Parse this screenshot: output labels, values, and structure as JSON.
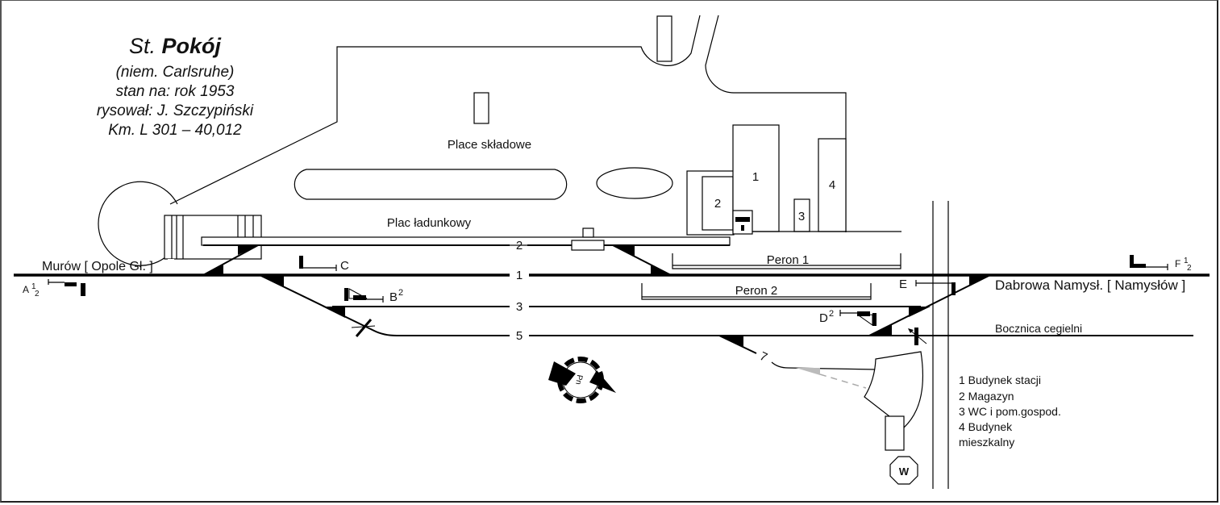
{
  "title": {
    "prefix": "St.",
    "name": "Pokój",
    "subtitle": "(niem. Carlsruhe)",
    "state": "stan na: rok 1953",
    "author": "rysował: J. Szczypiński",
    "km": "Km. L 301 – 40,012"
  },
  "areas": {
    "storage": "Place składowe",
    "loading": "Plac ładunkowy"
  },
  "tracks": {
    "t1": "1",
    "t2": "2",
    "t3": "3",
    "t5": "5",
    "t7": "7"
  },
  "platforms": {
    "p1": "Peron 1",
    "p2": "Peron 2"
  },
  "directions": {
    "west": "Murów [ Opole Gł. ]",
    "east": "Dabrowa Namysł. [ Namysłów ]",
    "siding": "Bocznica cegielni"
  },
  "signals": {
    "A": "A",
    "A_frac": "1/2",
    "B": "B",
    "B_sup": "2",
    "C": "C",
    "D": "D",
    "D_sup": "2",
    "E": "E",
    "F": "F",
    "F_frac": "1/2"
  },
  "buildings": {
    "b1": "1",
    "b2": "2",
    "b3": "3",
    "b4": "4"
  },
  "turntable_label": "Pn",
  "water_label": "W",
  "legend": [
    "1 Budynek stacji",
    "2 Magazyn",
    "3 WC i pom.gospod.",
    "4 Budynek",
    "mieszkalny"
  ]
}
